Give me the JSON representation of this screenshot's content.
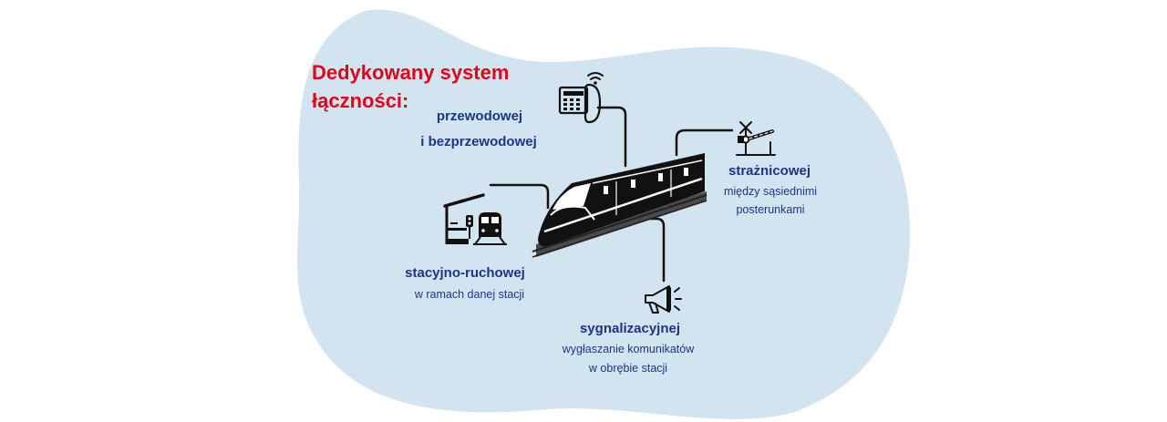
{
  "title": "Dedykowany system łączności:",
  "title_lines": [
    "Dedykowany system",
    "łączności:"
  ],
  "items": {
    "wired": {
      "line1": "przewodowej",
      "line2": "i bezprzewodowej"
    },
    "post": {
      "title": "strażnicowej",
      "desc_line1": "między sąsiednimi",
      "desc_line2": "posterunkami"
    },
    "station": {
      "title": "stacyjno-ruchowej",
      "desc": "w ramach danej stacji"
    },
    "signal": {
      "title": "sygnalizacyjnej",
      "desc_line1": "wygłaszanie komunikatów",
      "desc_line2": "w obrębie stacji"
    }
  },
  "colors": {
    "blob": "#d3e4f1",
    "title": "#e3001b",
    "text": "#1d3585",
    "lines": "#111111"
  },
  "icons": [
    "phone-wifi-icon",
    "railway-crossing-barrier-icon",
    "station-platform-train-icon",
    "megaphone-icon",
    "high-speed-train-icon"
  ]
}
